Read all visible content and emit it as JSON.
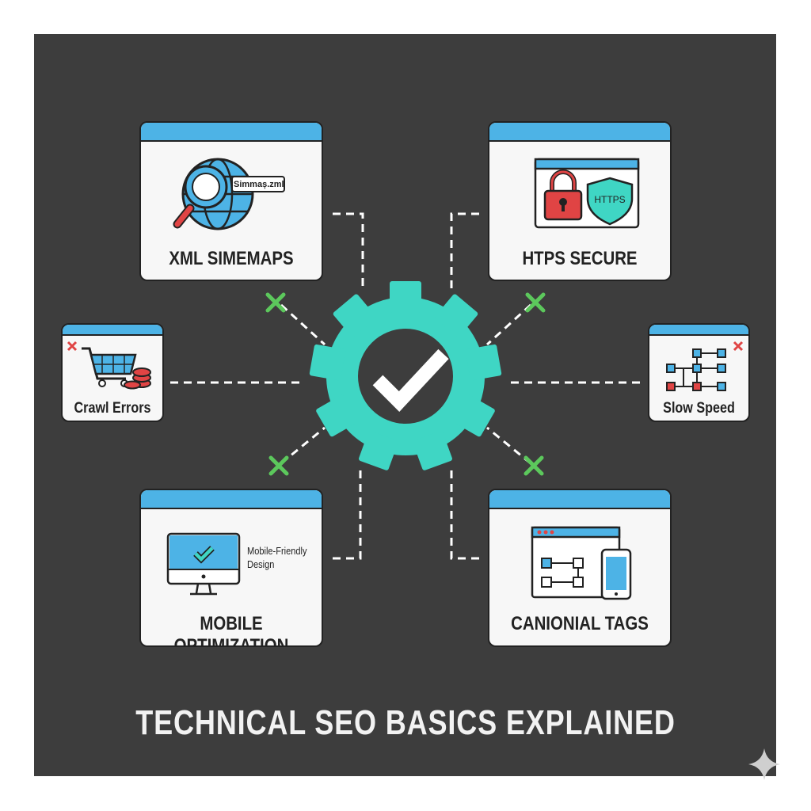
{
  "title": "TECHNICAL SEO BASICS EXPLAINED",
  "center": {
    "icon": "gear-checkmark-icon",
    "color": "#3fd6c4"
  },
  "cards": {
    "xml": {
      "label": "XML SIMEMAPS",
      "icon": "globe-magnifier-icon",
      "badge": "Simmaș.zml"
    },
    "https": {
      "label": "HTPS SECURE",
      "icon": "lock-shield-icon",
      "badge": "HTTPS"
    },
    "crawl": {
      "label": "Crawl Errors",
      "icon": "cart-error-icon"
    },
    "speed": {
      "label": "Slow Speed",
      "icon": "flowchart-error-icon"
    },
    "mobile": {
      "label": "MOBILE OPTIMIZATION",
      "icon": "monitor-check-icon",
      "caption_line1": "Mobile-Friendly",
      "caption_line2": "Design"
    },
    "canonical": {
      "label": "CANIONIAL TAGS",
      "icon": "browser-phone-icon"
    }
  },
  "colors": {
    "panel": "#3d3d3d",
    "card_bar": "#4db3e6",
    "gear": "#3fd6c4",
    "x_mark": "#5cc85c",
    "error": "#e04444"
  }
}
